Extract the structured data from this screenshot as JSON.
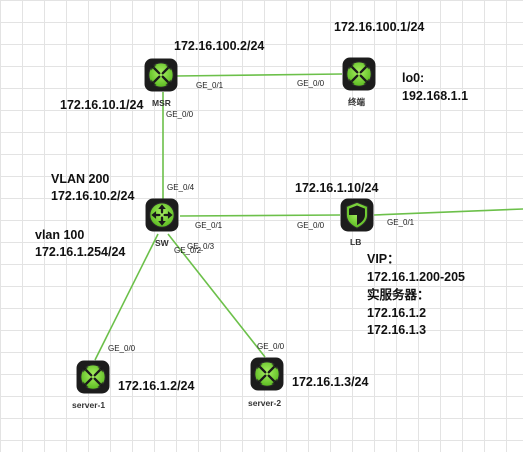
{
  "devices": {
    "msr": {
      "name": "MSR"
    },
    "terminal": {
      "name": "终端"
    },
    "sw": {
      "name": "SW"
    },
    "lb": {
      "name": "LB"
    },
    "server1": {
      "name": "server-1"
    },
    "server2": {
      "name": "server-2"
    }
  },
  "ports": {
    "msr_ge01": "GE_0/1",
    "term_ge00": "GE_0/0",
    "msr_ge00": "GE_0/0",
    "sw_ge04": "GE_0/4",
    "sw_ge01": "GE_0/1",
    "lb_ge00": "GE_0/0",
    "lb_ge01": "GE_0/1",
    "sw_ge02": "GE_0/2",
    "sw_ge03": "GE_0/3",
    "s1_ge00": "GE_0/0",
    "s2_ge00": "GE_0/0"
  },
  "labels": {
    "msr_top_ip": "172.16.100.2/24",
    "term_top_ip": "172.16.100.1/24",
    "loopback_name": "lo0:",
    "loopback_ip": "192.168.1.1",
    "msr_left_ip": "172.16.10.1/24",
    "vlan200_name": "VLAN 200",
    "vlan200_ip": "172.16.10.2/24",
    "vlan100_name": "vlan 100",
    "vlan100_ip": "172.16.1.254/24",
    "lb_ip": "172.16.1.10/24",
    "vip_title": "VIP：",
    "vip_range": "172.16.1.200-205",
    "real_servers_title": "实服务器：",
    "real_server_1": "172.16.1.2",
    "real_server_2": "172.16.1.3",
    "server1_ip": "172.16.1.2/24",
    "server2_ip": "172.16.1.3/24"
  },
  "colors": {
    "link": "#6cc04a",
    "icon_fill": "#7dcf3c",
    "icon_border": "#1c1c1c",
    "grid": "#e3e3e3"
  },
  "icons": {
    "msr": "router-icon",
    "terminal": "router-icon",
    "sw": "switch-icon",
    "lb": "firewall-shield-icon",
    "server1": "router-icon",
    "server2": "router-icon"
  }
}
